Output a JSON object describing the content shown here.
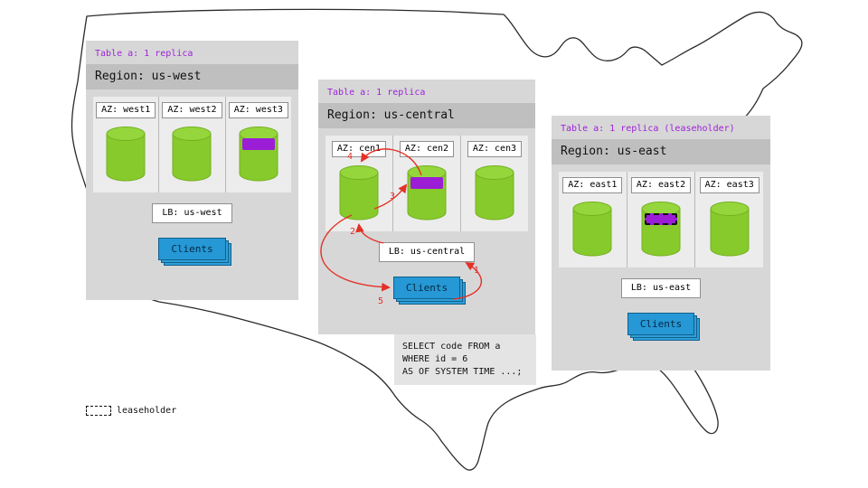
{
  "panels": [
    {
      "id": "us-west",
      "table_label": "Table a: 1 replica",
      "region_label": "Region: us-west",
      "azs": [
        {
          "label": "AZ: west1",
          "replica": false,
          "leaseholder": false
        },
        {
          "label": "AZ: west2",
          "replica": false,
          "leaseholder": false
        },
        {
          "label": "AZ: west3",
          "replica": true,
          "leaseholder": false
        }
      ],
      "lb_label": "LB: us-west",
      "clients_label": "Clients"
    },
    {
      "id": "us-central",
      "table_label": "Table a: 1 replica",
      "region_label": "Region: us-central",
      "azs": [
        {
          "label": "AZ: cen1",
          "replica": false,
          "leaseholder": false
        },
        {
          "label": "AZ: cen2",
          "replica": true,
          "leaseholder": false
        },
        {
          "label": "AZ: cen3",
          "replica": false,
          "leaseholder": false
        }
      ],
      "lb_label": "LB: us-central",
      "clients_label": "Clients"
    },
    {
      "id": "us-east",
      "table_label": "Table a: 1 replica (leaseholder)",
      "region_label": "Region: us-east",
      "azs": [
        {
          "label": "AZ: east1",
          "replica": false,
          "leaseholder": false
        },
        {
          "label": "AZ: east2",
          "replica": true,
          "leaseholder": true
        },
        {
          "label": "AZ: east3",
          "replica": false,
          "leaseholder": false
        }
      ],
      "lb_label": "LB: us-east",
      "clients_label": "Clients"
    }
  ],
  "sql_query": {
    "line1": "SELECT code FROM a",
    "line2": "WHERE id = 6",
    "line3": "AS OF SYSTEM TIME ...;"
  },
  "flow_steps": {
    "s1": "1",
    "s2": "2",
    "s3": "3",
    "s4": "4",
    "s5": "5"
  },
  "legend": {
    "label": "leaseholder"
  },
  "colors": {
    "cylinder_green": "#87ca2b",
    "replica_band_purple": "#9b1ed6",
    "clients_blue": "#2598d5",
    "title_purple": "#9e22d8",
    "arrow_red": "#e33127",
    "panel_gray": "#d7d7d7",
    "region_bar_gray": "#bfbfbf"
  }
}
